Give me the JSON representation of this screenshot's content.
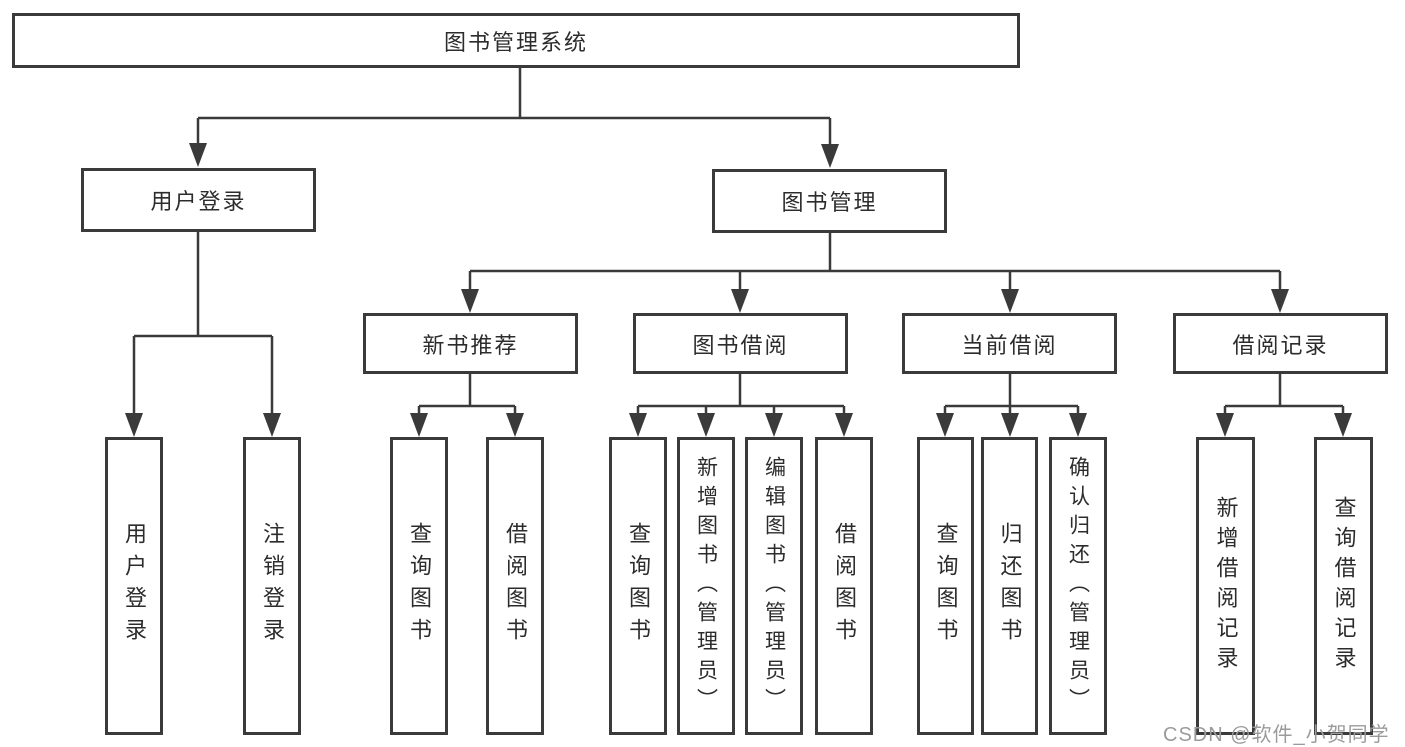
{
  "diagram_type": "hierarchy-tree",
  "colors": {
    "line": "#3a3a3a",
    "box_border": "#3a3a3a",
    "text": "#2c2c2c",
    "watermark": "#9b9b9b",
    "background": "#ffffff"
  },
  "tree": {
    "label": "图书管理系统",
    "children": [
      {
        "label": "用户登录",
        "children": [
          {
            "label": "用户登录"
          },
          {
            "label": "注销登录"
          }
        ]
      },
      {
        "label": "图书管理",
        "children": [
          {
            "label": "新书推荐",
            "children": [
              {
                "label": "查询图书"
              },
              {
                "label": "借阅图书"
              }
            ]
          },
          {
            "label": "图书借阅",
            "children": [
              {
                "label": "查询图书"
              },
              {
                "label": "新增图书（管理员）"
              },
              {
                "label": "编辑图书（管理员）"
              },
              {
                "label": "借阅图书"
              }
            ]
          },
          {
            "label": "当前借阅",
            "children": [
              {
                "label": "查询图书"
              },
              {
                "label": "归还图书"
              },
              {
                "label": "确认归还（管理员）"
              }
            ]
          },
          {
            "label": "借阅记录",
            "children": [
              {
                "label": "新增借阅记录"
              },
              {
                "label": "查询借阅记录"
              }
            ]
          }
        ]
      }
    ]
  },
  "watermark": {
    "text": "CSDN @软件_小贺同学"
  }
}
